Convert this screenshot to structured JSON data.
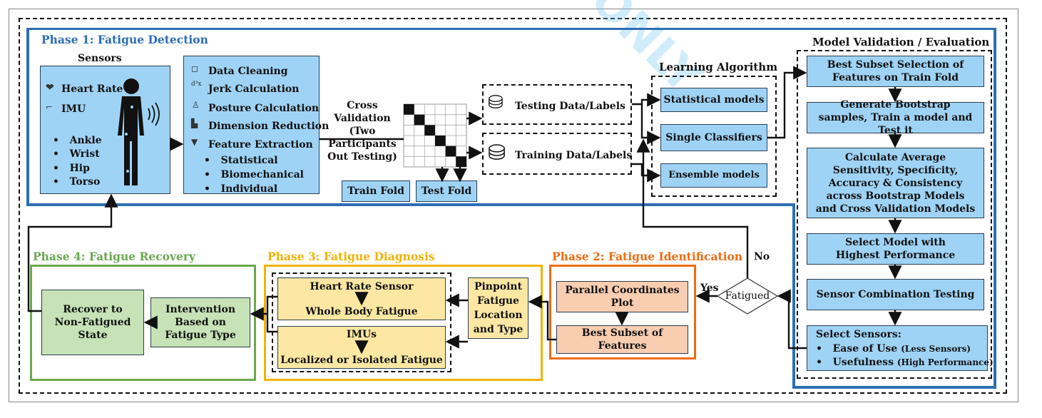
{
  "phases": {
    "p1": "Phase 1: Fatigue Detection",
    "p2": "Phase 2: Fatigue Identification",
    "p3": "Phase 3: Fatigue Diagnosis",
    "p4": "Phase 4: Fatigue Recovery"
  },
  "colors": {
    "p1": "#2e6db4",
    "p2": "#ee6c13",
    "p3": "#f2b200",
    "p4": "#6aa84f"
  },
  "sensors": {
    "title": "Sensors",
    "heart_rate": "Heart Rate",
    "imu": "IMU",
    "locations": [
      "Ankle",
      "Wrist",
      "Hip",
      "Torso"
    ]
  },
  "processing": {
    "steps": [
      "Data Cleaning",
      "Jerk Calculation",
      "Posture Calculation",
      "Dimension Reduction",
      "Feature Extraction"
    ],
    "features": [
      "Statistical",
      "Biomechanical",
      "Individual"
    ]
  },
  "cross_validation": {
    "label": "Cross Validation (Two Participants Out Testing)",
    "train_fold": "Train Fold",
    "test_fold": "Test Fold",
    "testing": "Testing Data/Labels",
    "training": "Training Data/Labels"
  },
  "learning": {
    "title": "Learning Algorithm",
    "items": [
      "Statistical models",
      "Single Classifiers",
      "Ensemble models"
    ]
  },
  "validation": {
    "title": "Model Validation / Evaluation",
    "steps": [
      "Best Subset Selection of Features on Train Fold",
      "Generate Bootstrap samples, Train a model and Test it",
      "Calculate Average Sensitivity, Specificity, Accuracy & Consistency across Bootstrap Models and Cross Validation Models",
      "Select Model with Highest Performance",
      "Sensor Combination Testing"
    ],
    "select_title": "Select Sensors:",
    "select_items": [
      "Ease of Use",
      "Usefulness"
    ],
    "select_notes": [
      "(Less Sensors)",
      "(High Performance)"
    ]
  },
  "decision": {
    "label": "Fatigued",
    "yes": "Yes",
    "no": "No"
  },
  "identification": {
    "pcp": "Parallel Coordinates Plot",
    "best": "Best Subset of Features"
  },
  "diagnosis": {
    "pinpoint": "Pinpoint Fatigue Location and Type",
    "hr_sensor": "Heart Rate Sensor",
    "whole_body": "Whole Body Fatigue",
    "imus": "IMUs",
    "localized": "Localized or Isolated Fatigue"
  },
  "recovery": {
    "intervention": "Intervention Based on Fatigue Type",
    "recover": "Recover to Non-Fatigued State"
  }
}
